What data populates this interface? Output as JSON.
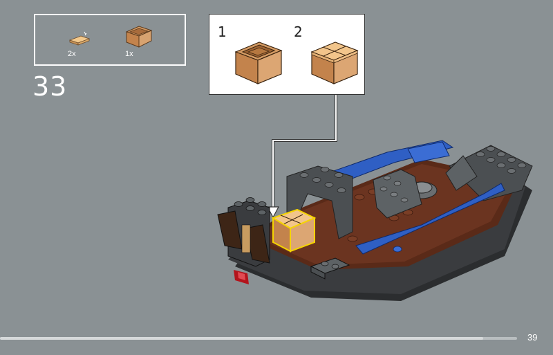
{
  "step": {
    "number": "33"
  },
  "parts_list": [
    {
      "quantity": "2x",
      "icon": "tan-tile-1x2-icon"
    },
    {
      "quantity": "1x",
      "icon": "brown-box-crate-icon"
    }
  ],
  "sub_steps": [
    {
      "number": "1",
      "icon": "brown-box-crate-icon"
    },
    {
      "number": "2",
      "icon": "box-with-tan-tiles-icon"
    }
  ],
  "progress": {
    "fraction": 0.935
  },
  "page": {
    "number": "39"
  },
  "colors": {
    "background": "#8a9194",
    "brown": "#c48a5a",
    "tan": "#e3b074",
    "dark_gray": "#4b4f52",
    "blue": "#2f5fc4",
    "reddish_brown": "#5a2a18",
    "highlight": "#f5d400"
  }
}
